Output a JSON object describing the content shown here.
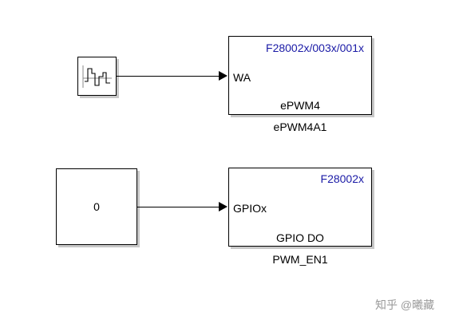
{
  "pwm_block": {
    "part": "F28002x/003x/001x",
    "input_port": "WA",
    "module": "ePWM4",
    "name": "ePWM4A1"
  },
  "signal_source": {
    "icon": "repeating-sequence-icon"
  },
  "gpio_block": {
    "part": "F28002x",
    "input_port": "GPIOx",
    "function": "GPIO DO",
    "name": "PWM_EN1"
  },
  "constant_block": {
    "value": "0"
  },
  "watermark": {
    "text": "知乎 @曦藏"
  }
}
